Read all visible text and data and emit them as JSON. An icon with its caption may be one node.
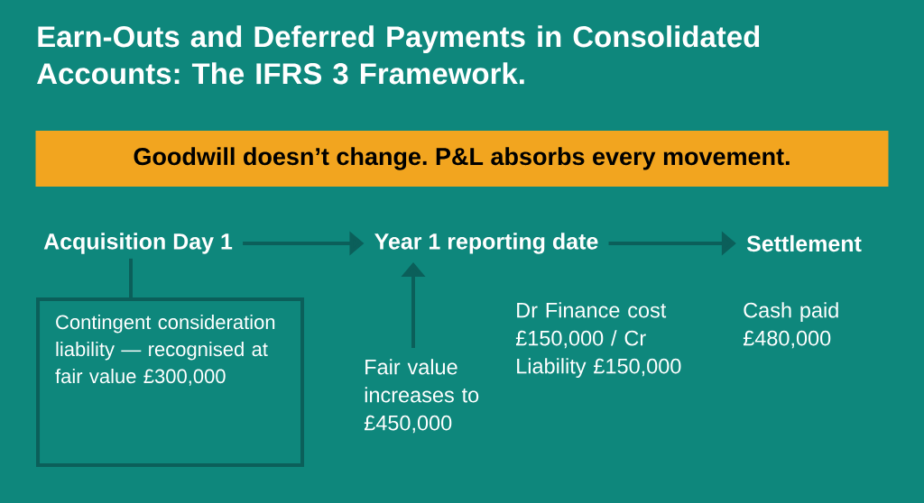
{
  "diagram": {
    "title": "Earn-Outs and Deferred Payments in Consolidated Accounts: The IFRS 3 Framework.",
    "nodes": [
      {
        "text": [
          "Acquisition Day 1"
        ]
      },
      {
        "text": [
          "Year 1 reporting date"
        ]
      },
      {
        "text": [
          "Settlement"
        ]
      },
      {
        "text": [
          "Contingent consideration liability — recognised at fair value £300,000"
        ]
      },
      {
        "text": [
          "Fair value increases to £450,000"
        ]
      },
      {
        "text": [
          "Goodwill doesn’t change. P&L absorbs every movement."
        ]
      }
    ],
    "edges": [
      {
        "from": 0,
        "to": 1,
        "arrow": "to"
      },
      {
        "from": 1,
        "to": 2,
        "arrow": "to"
      },
      {
        "from": 0,
        "to": 3,
        "arrow": "none"
      },
      {
        "from": 4,
        "to": 1,
        "arrow": "to"
      }
    ],
    "labels": [
      "Dr Finance cost £150,000 / Cr Liability £150,000",
      "Cash paid £480,000"
    ]
  }
}
